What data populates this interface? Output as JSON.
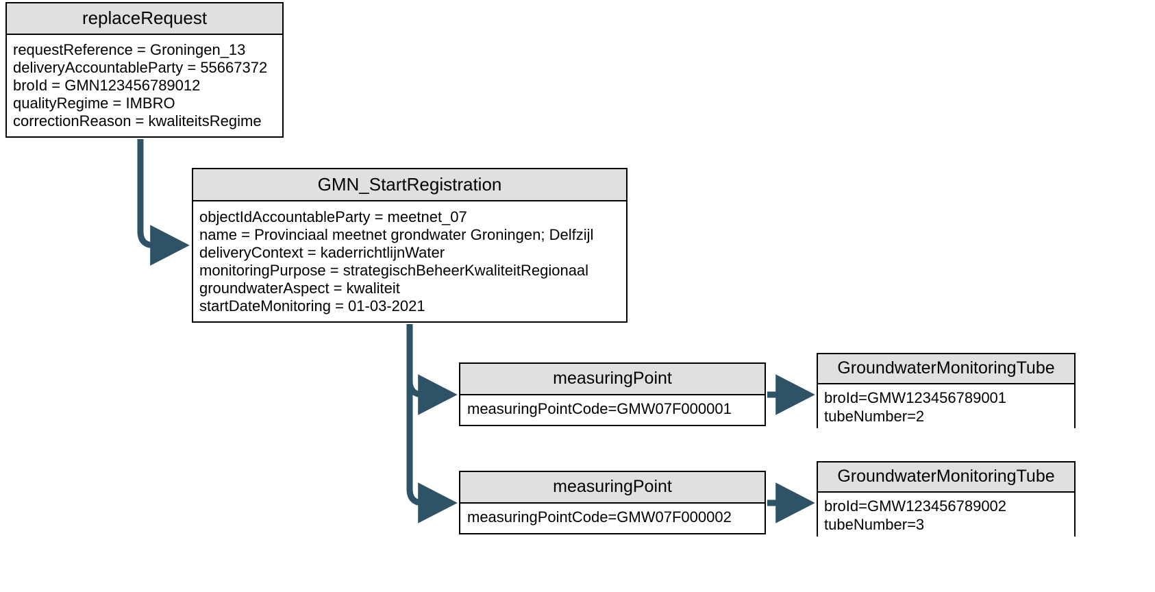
{
  "diagram": {
    "title": "GMN replaceRequest object diagram",
    "colors": {
      "node_border": "#000000",
      "node_header_fill": "#e0e0e0",
      "node_body_fill": "#ffffff",
      "connector": "#2e5266",
      "background": "#ffffff"
    }
  },
  "nodes": {
    "replace_request": {
      "title": "replaceRequest",
      "attributes": [
        "requestReference = Groningen_13",
        "deliveryAccountableParty = 55667372",
        "broId = GMN123456789012",
        "qualityRegime = IMBRO",
        "correctionReason = kwaliteitsRegime"
      ]
    },
    "gmn_start_registration": {
      "title": "GMN_StartRegistration",
      "attributes": [
        "objectIdAccountableParty = meetnet_07",
        "name = Provinciaal meetnet grondwater Groningen; Delfzijl",
        "deliveryContext = kaderrichtlijnWater",
        "monitoringPurpose = strategischBeheerKwaliteitRegionaal",
        "groundwaterAspect = kwaliteit",
        "startDateMonitoring = 01-03-2021"
      ]
    },
    "measuring_point_1": {
      "title": "measuringPoint",
      "attributes": [
        "measuringPointCode=GMW07F000001"
      ]
    },
    "measuring_point_2": {
      "title": "measuringPoint",
      "attributes": [
        "measuringPointCode=GMW07F000002"
      ]
    },
    "tube_1": {
      "title": "GroundwaterMonitoringTube",
      "attributes": [
        "broId=GMW123456789001",
        "tubeNumber=2"
      ]
    },
    "tube_2": {
      "title": "GroundwaterMonitoringTube",
      "attributes": [
        "broId=GMW123456789002",
        "tubeNumber=3"
      ]
    }
  },
  "connectors": [
    {
      "name": "replace-request-to-start-registration",
      "from": "replace_request",
      "to": "gmn_start_registration"
    },
    {
      "name": "start-registration-to-measuring-point-1",
      "from": "gmn_start_registration",
      "to": "measuring_point_1"
    },
    {
      "name": "start-registration-to-measuring-point-2",
      "from": "gmn_start_registration",
      "to": "measuring_point_2"
    },
    {
      "name": "measuring-point-1-to-tube-1",
      "from": "measuring_point_1",
      "to": "tube_1"
    },
    {
      "name": "measuring-point-2-to-tube-2",
      "from": "measuring_point_2",
      "to": "tube_2"
    }
  ]
}
